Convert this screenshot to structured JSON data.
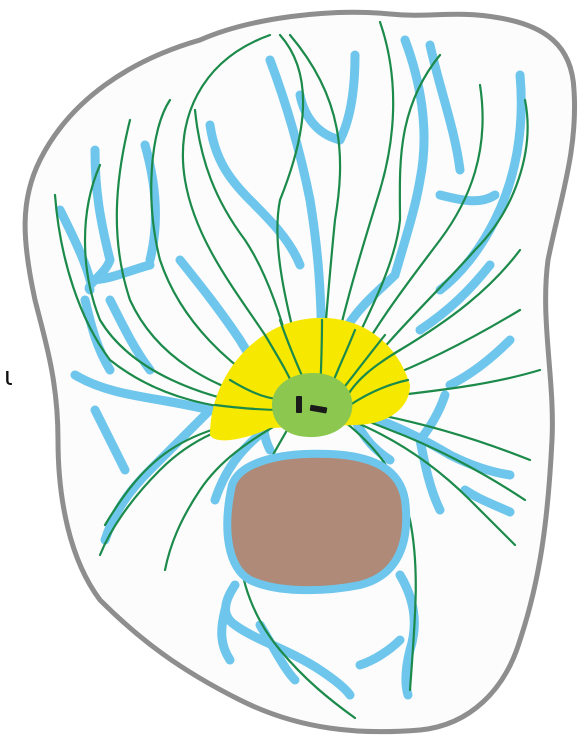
{
  "edge_text": "ι",
  "colors": {
    "outline": "#8e8e8e",
    "background": "#ffffff",
    "cytoplasm": "#fcfcfc",
    "blue_tubes": "#6ec6ec",
    "green_lines": "#1b8a4a",
    "centrosome_halo": "#f7e800",
    "centrosome": "#8cc850",
    "centrioles": "#1a1a1a",
    "nucleus": "#b08a78",
    "nuclear_rim": "#6ec6ec"
  },
  "icons": {
    "cell": "cell-outline",
    "network": "blue-tube-network",
    "filaments": "green-filaments",
    "halo": "yellow-halo",
    "centrosome": "green-centrosome",
    "centrioles": "centriole-pair",
    "nucleus": "brown-nucleus"
  }
}
